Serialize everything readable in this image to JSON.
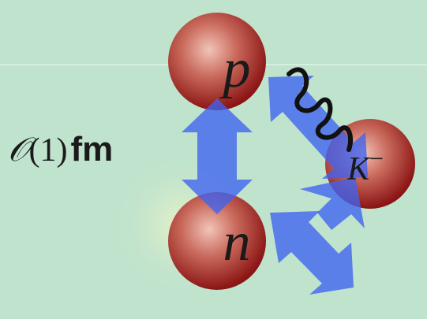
{
  "particles": {
    "proton": "p",
    "neutron": "n",
    "kaon": "K",
    "kaon_charge": "−"
  },
  "scale_label": {
    "order_symbol": "𝒪",
    "argument": "(1)",
    "unit": "fm"
  },
  "colors": {
    "background": "#bfe3cd",
    "sphere_highlight": "#f1c4b8",
    "sphere_dark": "#8b1414",
    "arrow": "#3f63f0",
    "label_text": "#1a1a1a"
  }
}
